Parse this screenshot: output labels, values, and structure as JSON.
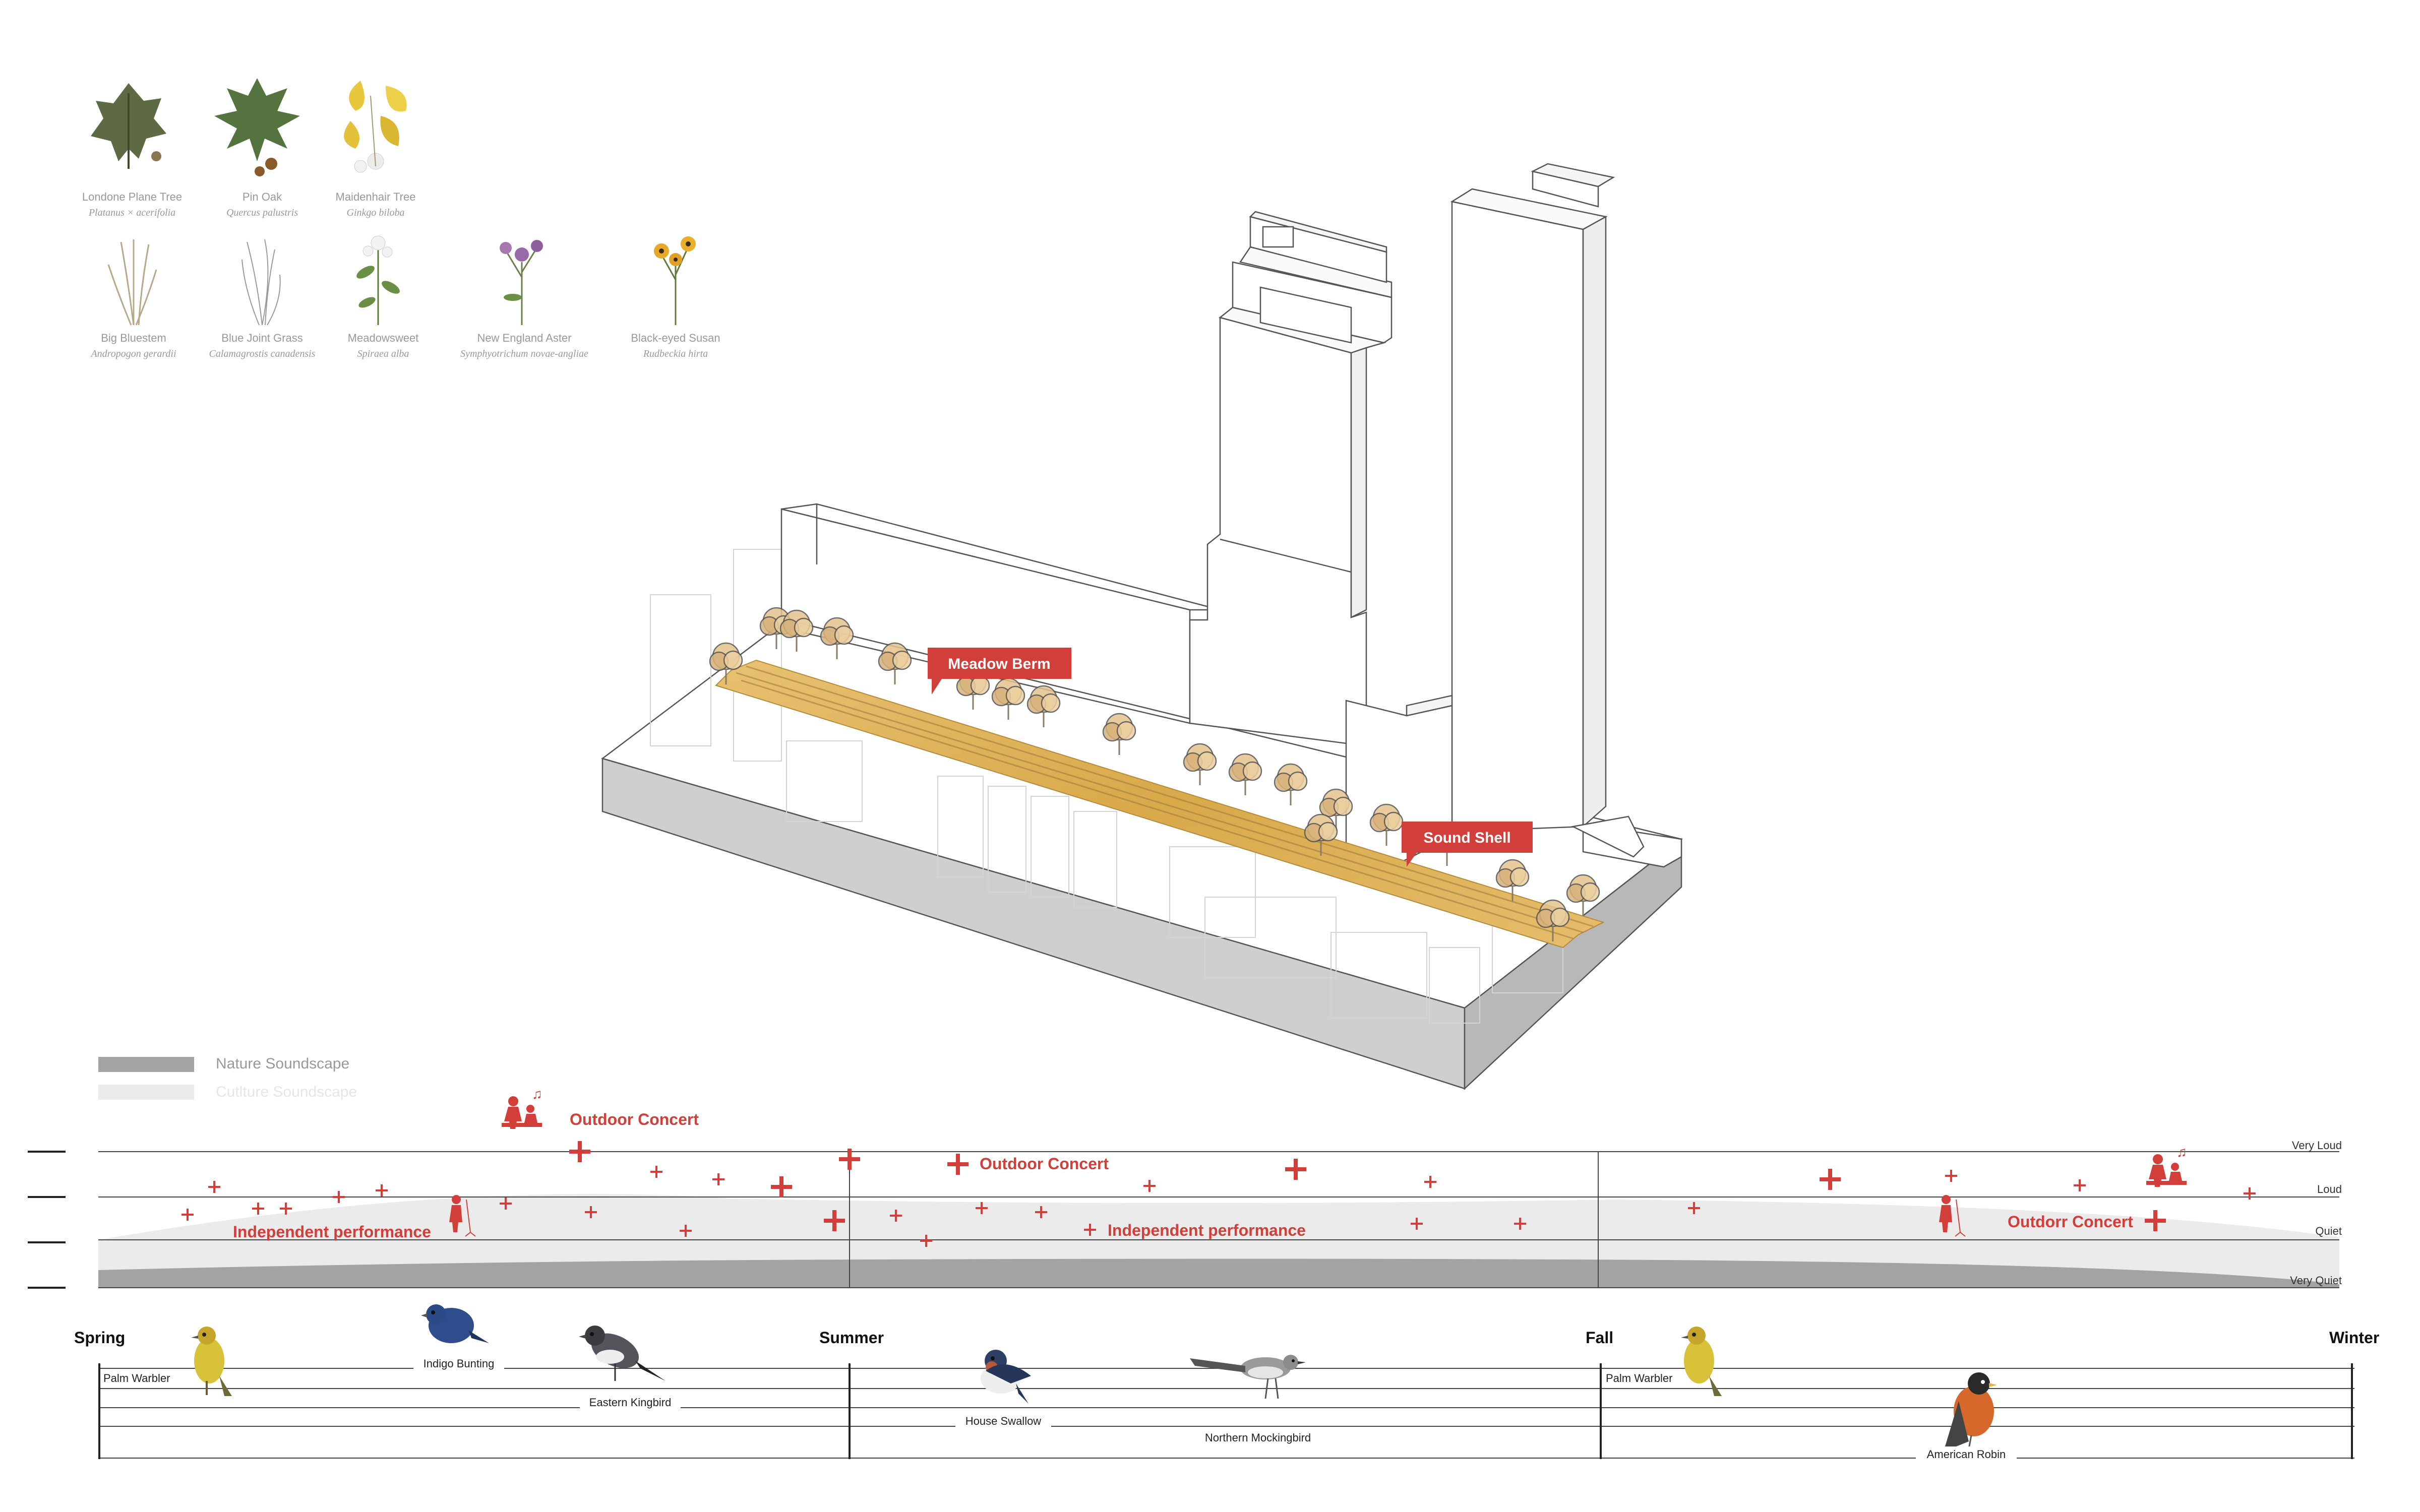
{
  "plants": [
    {
      "name": "Londone Plane Tree",
      "latin": "Platanus × acerifolia",
      "icon": "plane-tree-leaf-icon"
    },
    {
      "name": "Pin Oak",
      "latin": "Quercus palustris",
      "icon": "oak-leaf-icon"
    },
    {
      "name": "Maidenhair Tree",
      "latin": "Ginkgo biloba",
      "icon": "ginkgo-icon"
    },
    {
      "name": "Big Bluestem",
      "latin": "Andropogon gerardii",
      "icon": "grass-icon"
    },
    {
      "name": "Blue Joint Grass",
      "latin": "Calamagrostis canadensis",
      "icon": "grass-sketch-icon"
    },
    {
      "name": "Meadowsweet",
      "latin": "Spiraea alba",
      "icon": "meadowsweet-icon"
    },
    {
      "name": "New England Aster",
      "latin": "Symphyotrichum novae-angliae",
      "icon": "aster-icon"
    },
    {
      "name": "Black-eyed Susan",
      "latin": "Rudbeckia hirta",
      "icon": "black-eyed-susan-icon"
    }
  ],
  "callouts": {
    "meadow_berm": "Meadow Berm",
    "sound_shell": "Sound Shell"
  },
  "legend": {
    "nature": "Nature Soundscape",
    "culture": "Cutlture Soundscape"
  },
  "levels": [
    "Very Loud",
    "Loud",
    "Quiet",
    "Very Quiet"
  ],
  "events": {
    "outdoor_concert_1": "Outdoor Concert",
    "outdoor_concert_2": "Outdoor Concert",
    "outdorr_concert": "Outdorr Concert",
    "independent_1": "Independent performance",
    "independent_2": "Independent performance"
  },
  "seasons": [
    "Spring",
    "Summer",
    "Fall",
    "Winter"
  ],
  "birds": {
    "palm_warbler_1": "Palm Warbler",
    "indigo_bunting": "Indigo Bunting",
    "eastern_kingbird": "Eastern Kingbird",
    "house_swallow": "House Swallow",
    "northern_mockingbird": "Northern Mockingbird",
    "palm_warbler_2": "Palm Warbler",
    "american_robin": "American Robin"
  },
  "colors": {
    "accent": "#d23f3a",
    "nature": "#a3a3a3",
    "culture": "#ebebeb",
    "line": "#333333"
  }
}
